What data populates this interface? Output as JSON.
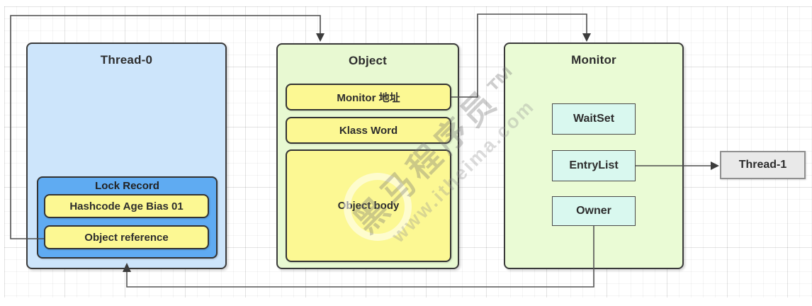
{
  "nodes": {
    "thread0": {
      "title": "Thread-0"
    },
    "lock_record": {
      "title": "Lock Record",
      "rows": [
        "Hashcode Age Bias 01",
        "Object reference"
      ]
    },
    "object": {
      "title": "Object",
      "rows": [
        "Monitor 地址",
        "Klass Word",
        "Object body"
      ]
    },
    "monitor": {
      "title": "Monitor",
      "slots": [
        "WaitSet",
        "EntryList",
        "Owner"
      ]
    },
    "thread1": {
      "title": "Thread-1"
    }
  },
  "edges": [
    {
      "from": "object-reference",
      "to": "object"
    },
    {
      "from": "monitor-address",
      "to": "monitor"
    },
    {
      "from": "entrylist",
      "to": "thread1"
    },
    {
      "from": "owner",
      "to": "thread0-lock-record"
    }
  ],
  "watermark": {
    "brand": "黑马程序员™",
    "url": "www.itheima.com"
  },
  "colors": {
    "thread0_fill": "#cde5fb",
    "lock_record_fill": "#5fabf2",
    "yellow_fill": "#fcf893",
    "object_fill": "#e8f9d2",
    "monitor_fill": "#eafbd5",
    "slot_fill": "#d9f8ef",
    "thread1_fill": "#e9e9e9",
    "border": "#3a3a3a",
    "connector": "#4d4d4d",
    "text": "#2d2d2d"
  }
}
